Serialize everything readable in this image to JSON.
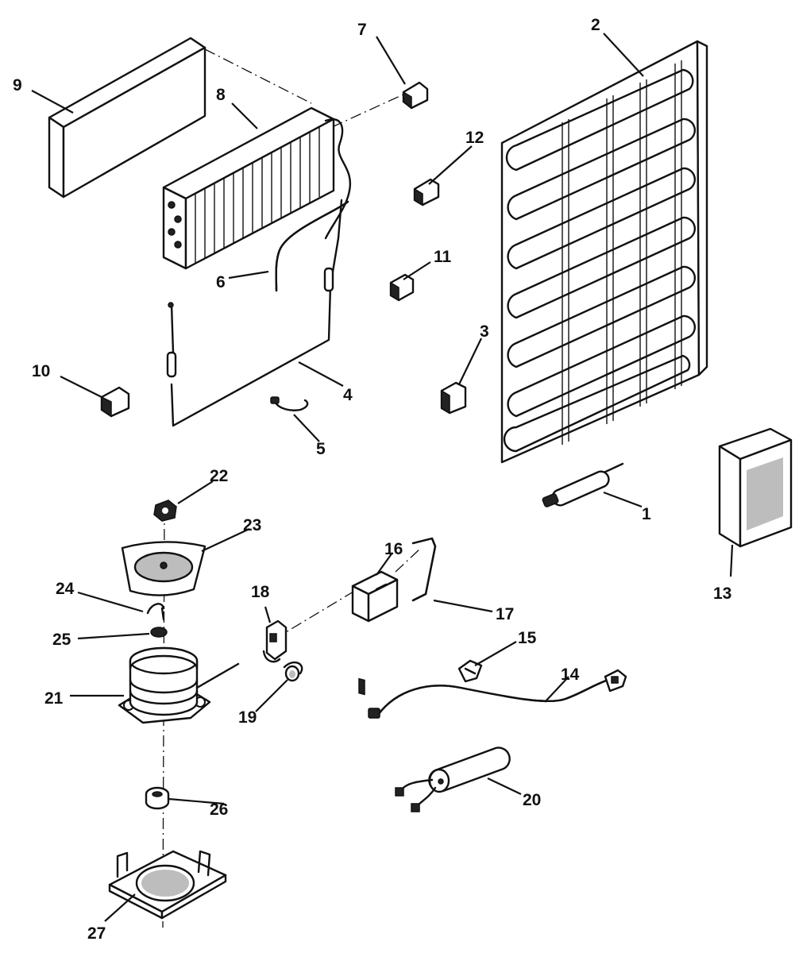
{
  "labels": [
    {
      "id": "1",
      "text": "1"
    },
    {
      "id": "2",
      "text": "2"
    },
    {
      "id": "3",
      "text": "3"
    },
    {
      "id": "4",
      "text": "4"
    },
    {
      "id": "5",
      "text": "5"
    },
    {
      "id": "6",
      "text": "6"
    },
    {
      "id": "7",
      "text": "7"
    },
    {
      "id": "8",
      "text": "8"
    },
    {
      "id": "9",
      "text": "9"
    },
    {
      "id": "10",
      "text": "10"
    },
    {
      "id": "11",
      "text": "11"
    },
    {
      "id": "12",
      "text": "12"
    },
    {
      "id": "13",
      "text": "13"
    },
    {
      "id": "14",
      "text": "14"
    },
    {
      "id": "15",
      "text": "15"
    },
    {
      "id": "16",
      "text": "16"
    },
    {
      "id": "17",
      "text": "17"
    },
    {
      "id": "18",
      "text": "18"
    },
    {
      "id": "19",
      "text": "19"
    },
    {
      "id": "20",
      "text": "20"
    },
    {
      "id": "21",
      "text": "21"
    },
    {
      "id": "22",
      "text": "22"
    },
    {
      "id": "23",
      "text": "23"
    },
    {
      "id": "24",
      "text": "24"
    },
    {
      "id": "25",
      "text": "25"
    },
    {
      "id": "26",
      "text": "26"
    },
    {
      "id": "27",
      "text": "27"
    }
  ],
  "colors": {
    "ink": "#111111",
    "paper": "#ffffff"
  }
}
